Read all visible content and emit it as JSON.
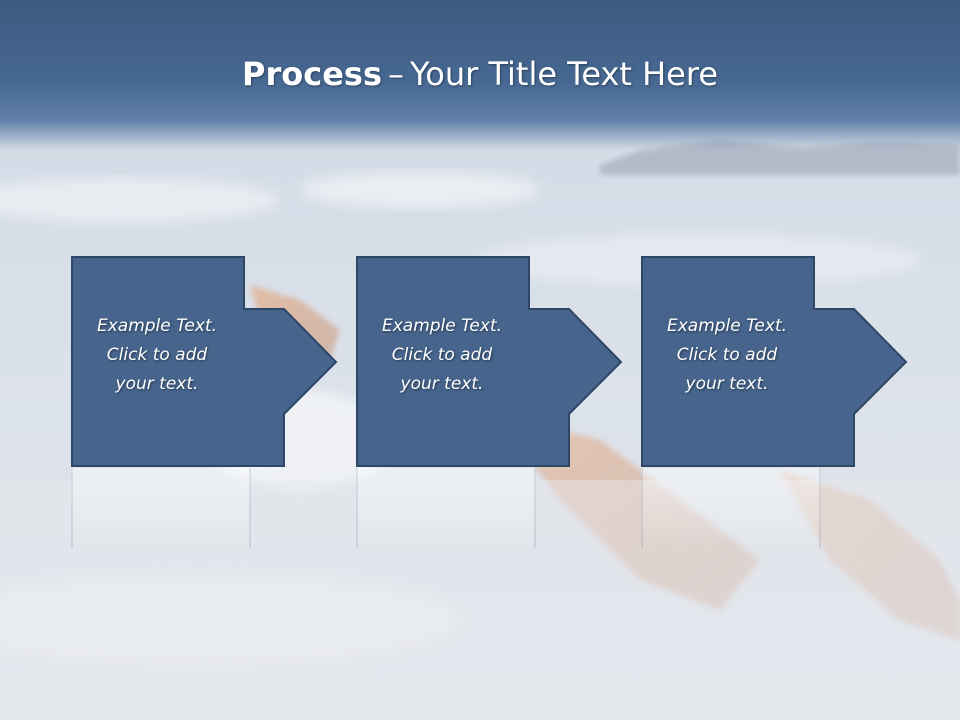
{
  "slide": {
    "title_bold": "Process",
    "title_separator": "–",
    "title_rest": "Your Title Text Here"
  },
  "steps": [
    {
      "label": "Example Text.\nClick  to add\nyour text."
    },
    {
      "label": "Example Text.\nClick  to add\nyour text."
    },
    {
      "label": "Example Text.\nClick  to add\nyour text."
    }
  ],
  "colors": {
    "shape_fill": "#46648c",
    "shape_stroke": "#2f4766",
    "title_band": "#46648c"
  },
  "icons": {
    "step_arrow": "right-arrow-icon"
  }
}
